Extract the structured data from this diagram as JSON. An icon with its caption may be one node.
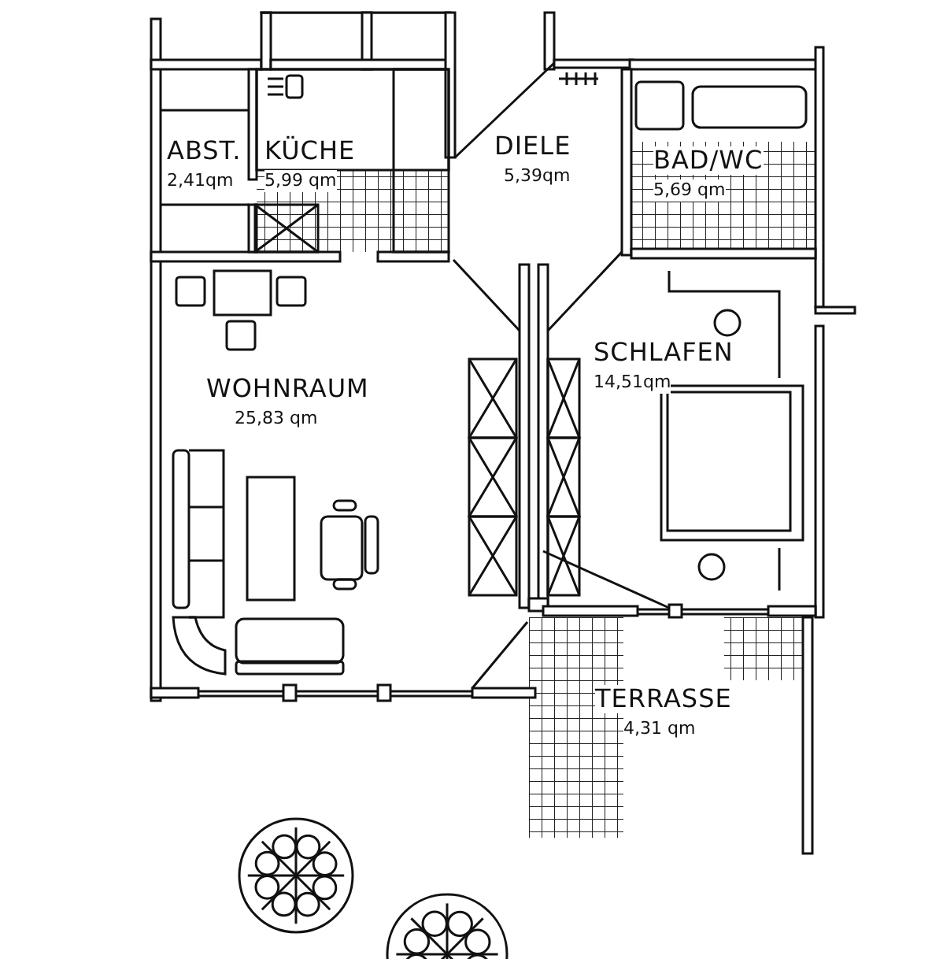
{
  "diagram": {
    "nodes": [
      {
        "text": [
          "ABST.",
          "2,41qm"
        ]
      },
      {
        "text": [
          "KÜCHE",
          "5,99 qm"
        ]
      },
      {
        "text": [
          "DIELE",
          "5,39qm"
        ]
      },
      {
        "text": [
          "BAD/WC",
          "5,69 qm"
        ]
      },
      {
        "text": [
          "WOHNRAUM",
          "25,83 qm"
        ]
      },
      {
        "text": [
          "SCHLAFEN",
          "14,51qm"
        ]
      },
      {
        "text": [
          "TERRASSE",
          "4,31 qm"
        ]
      }
    ],
    "edges": []
  }
}
